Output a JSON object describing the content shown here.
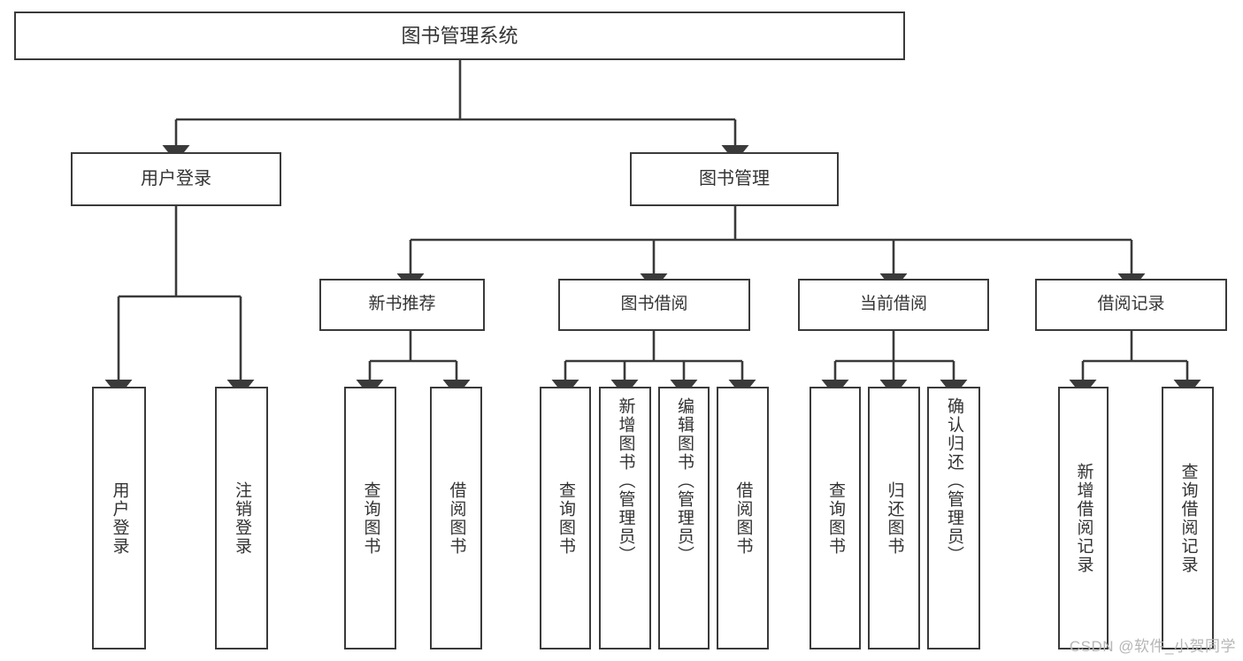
{
  "diagram": {
    "title": "图书管理系统",
    "type": "hierarchy-tree",
    "root": {
      "label": "图书管理系统"
    },
    "level1": [
      {
        "label": "用户登录"
      },
      {
        "label": "图书管理"
      }
    ],
    "level2": [
      {
        "label": "新书推荐"
      },
      {
        "label": "图书借阅"
      },
      {
        "label": "当前借阅"
      },
      {
        "label": "借阅记录"
      }
    ],
    "leaves": {
      "user_login": [
        {
          "label": "用户登录"
        },
        {
          "label": "注销登录"
        }
      ],
      "new_book_recommend": [
        {
          "label": "查询图书"
        },
        {
          "label": "借阅图书"
        }
      ],
      "book_borrow": [
        {
          "label": "查询图书"
        },
        {
          "label": "新增图书（管理员）"
        },
        {
          "label": "编辑图书（管理员）"
        },
        {
          "label": "借阅图书"
        }
      ],
      "current_borrow": [
        {
          "label": "查询图书"
        },
        {
          "label": "归还图书"
        },
        {
          "label": "确认归还（管理员）"
        }
      ],
      "borrow_record": [
        {
          "label": "新增借阅记录"
        },
        {
          "label": "查询借阅记录"
        }
      ]
    },
    "watermark": "CSDN @软件_小贺同学",
    "colors": {
      "box_border": "#3a3a3a",
      "box_fill": "#ffffff",
      "text": "#333333",
      "connector": "#3a3a3a",
      "watermark": "#b6b6b6",
      "background": "#ffffff"
    }
  }
}
